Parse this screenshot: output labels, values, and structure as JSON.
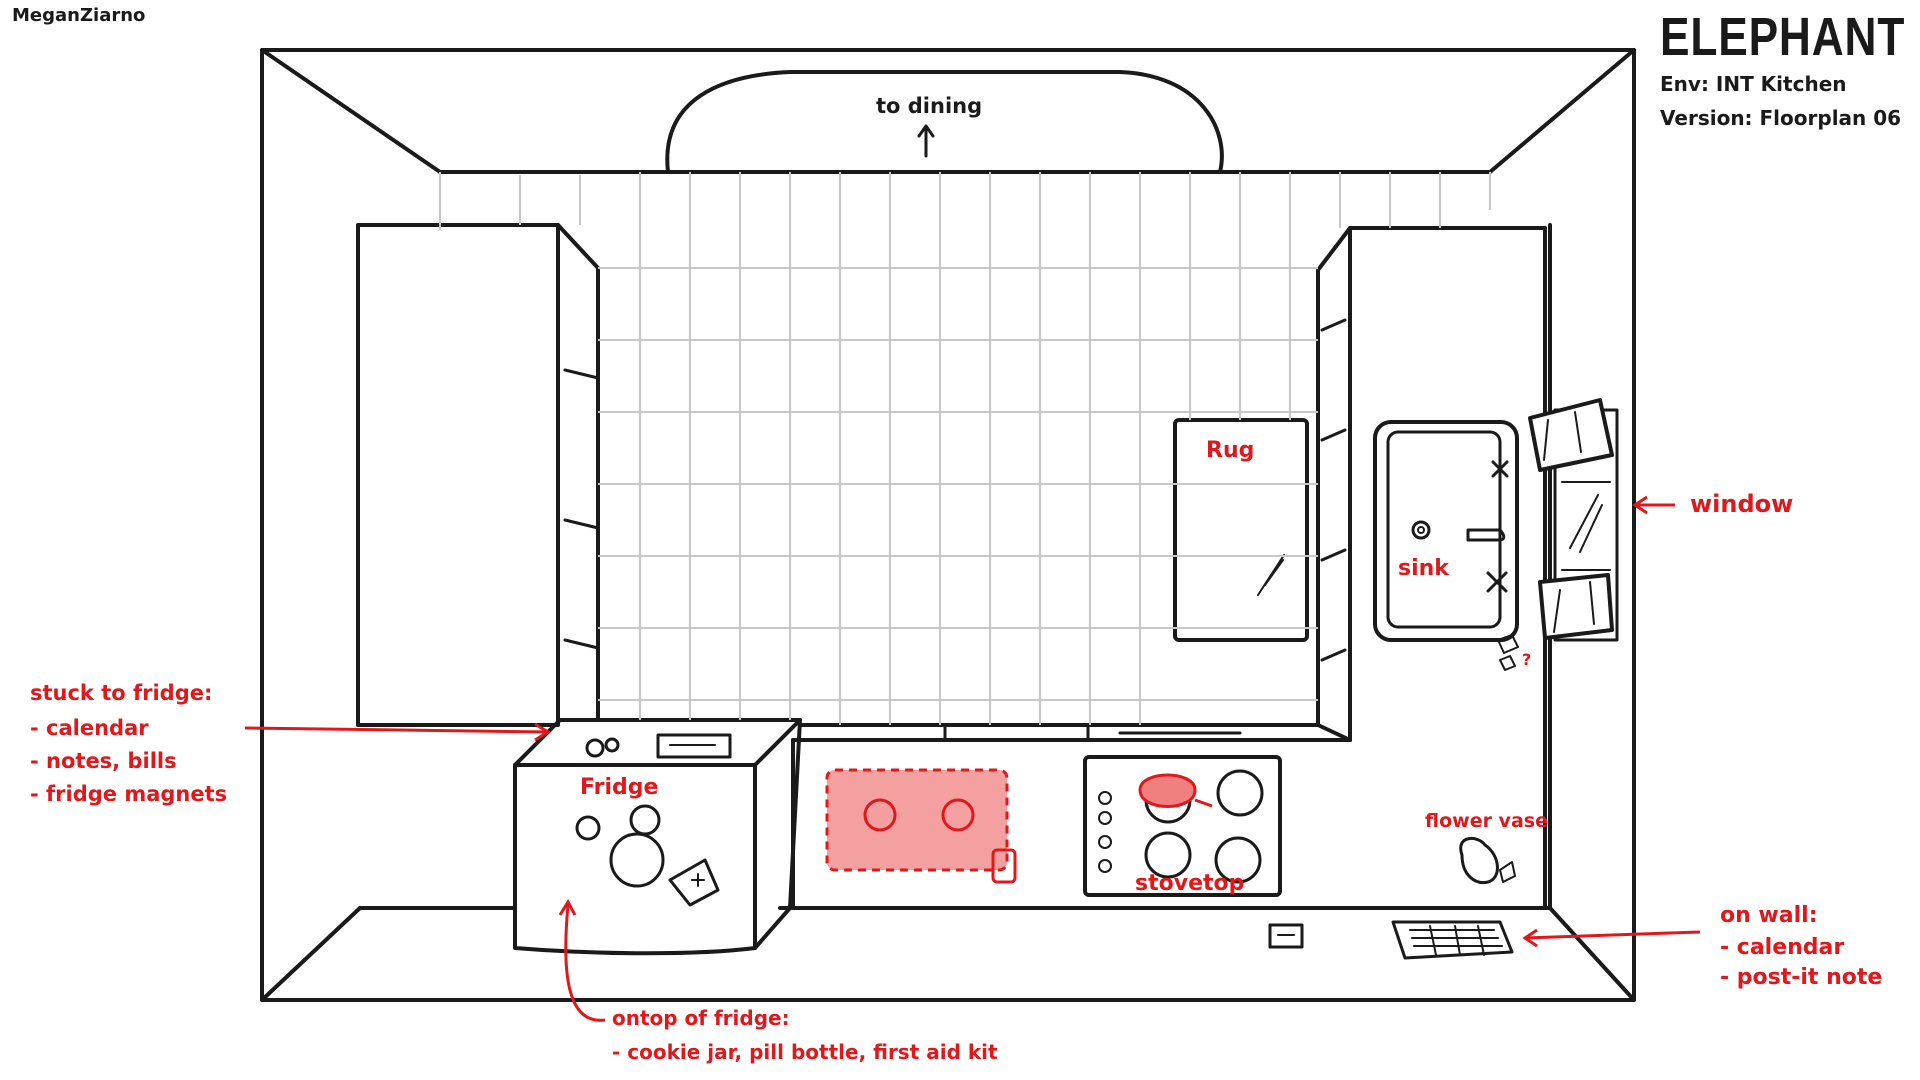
{
  "header": {
    "author": "MeganZiarno",
    "title": "ELEPHANT",
    "env": "Env: INT Kitchen",
    "version": "Version: Floorplan 06"
  },
  "room": {
    "door_label": "to dining",
    "rug_label": "Rug",
    "sink_label": "sink",
    "fridge_label": "Fridge",
    "stovetop_label": "stovetop",
    "flower_vase_label": "flower vase",
    "question_mark": "?"
  },
  "notes": {
    "window": "window",
    "stuck_to_fridge": {
      "title": "stuck to fridge:",
      "items": [
        "- calendar",
        "- notes, bills",
        "- fridge magnets"
      ]
    },
    "on_wall": {
      "title": "on wall:",
      "items": [
        "- calendar",
        "- post-it note"
      ]
    },
    "ontop_of_fridge": {
      "title": "ontop of fridge:",
      "items": [
        "- cookie jar, pill bottle, first aid kit"
      ]
    }
  },
  "colors": {
    "ink": "#1a1a1a",
    "annotation_red": "#e0181b",
    "counter_fill": "#f4a0a0",
    "floor_grid": "#c8c8c8"
  }
}
